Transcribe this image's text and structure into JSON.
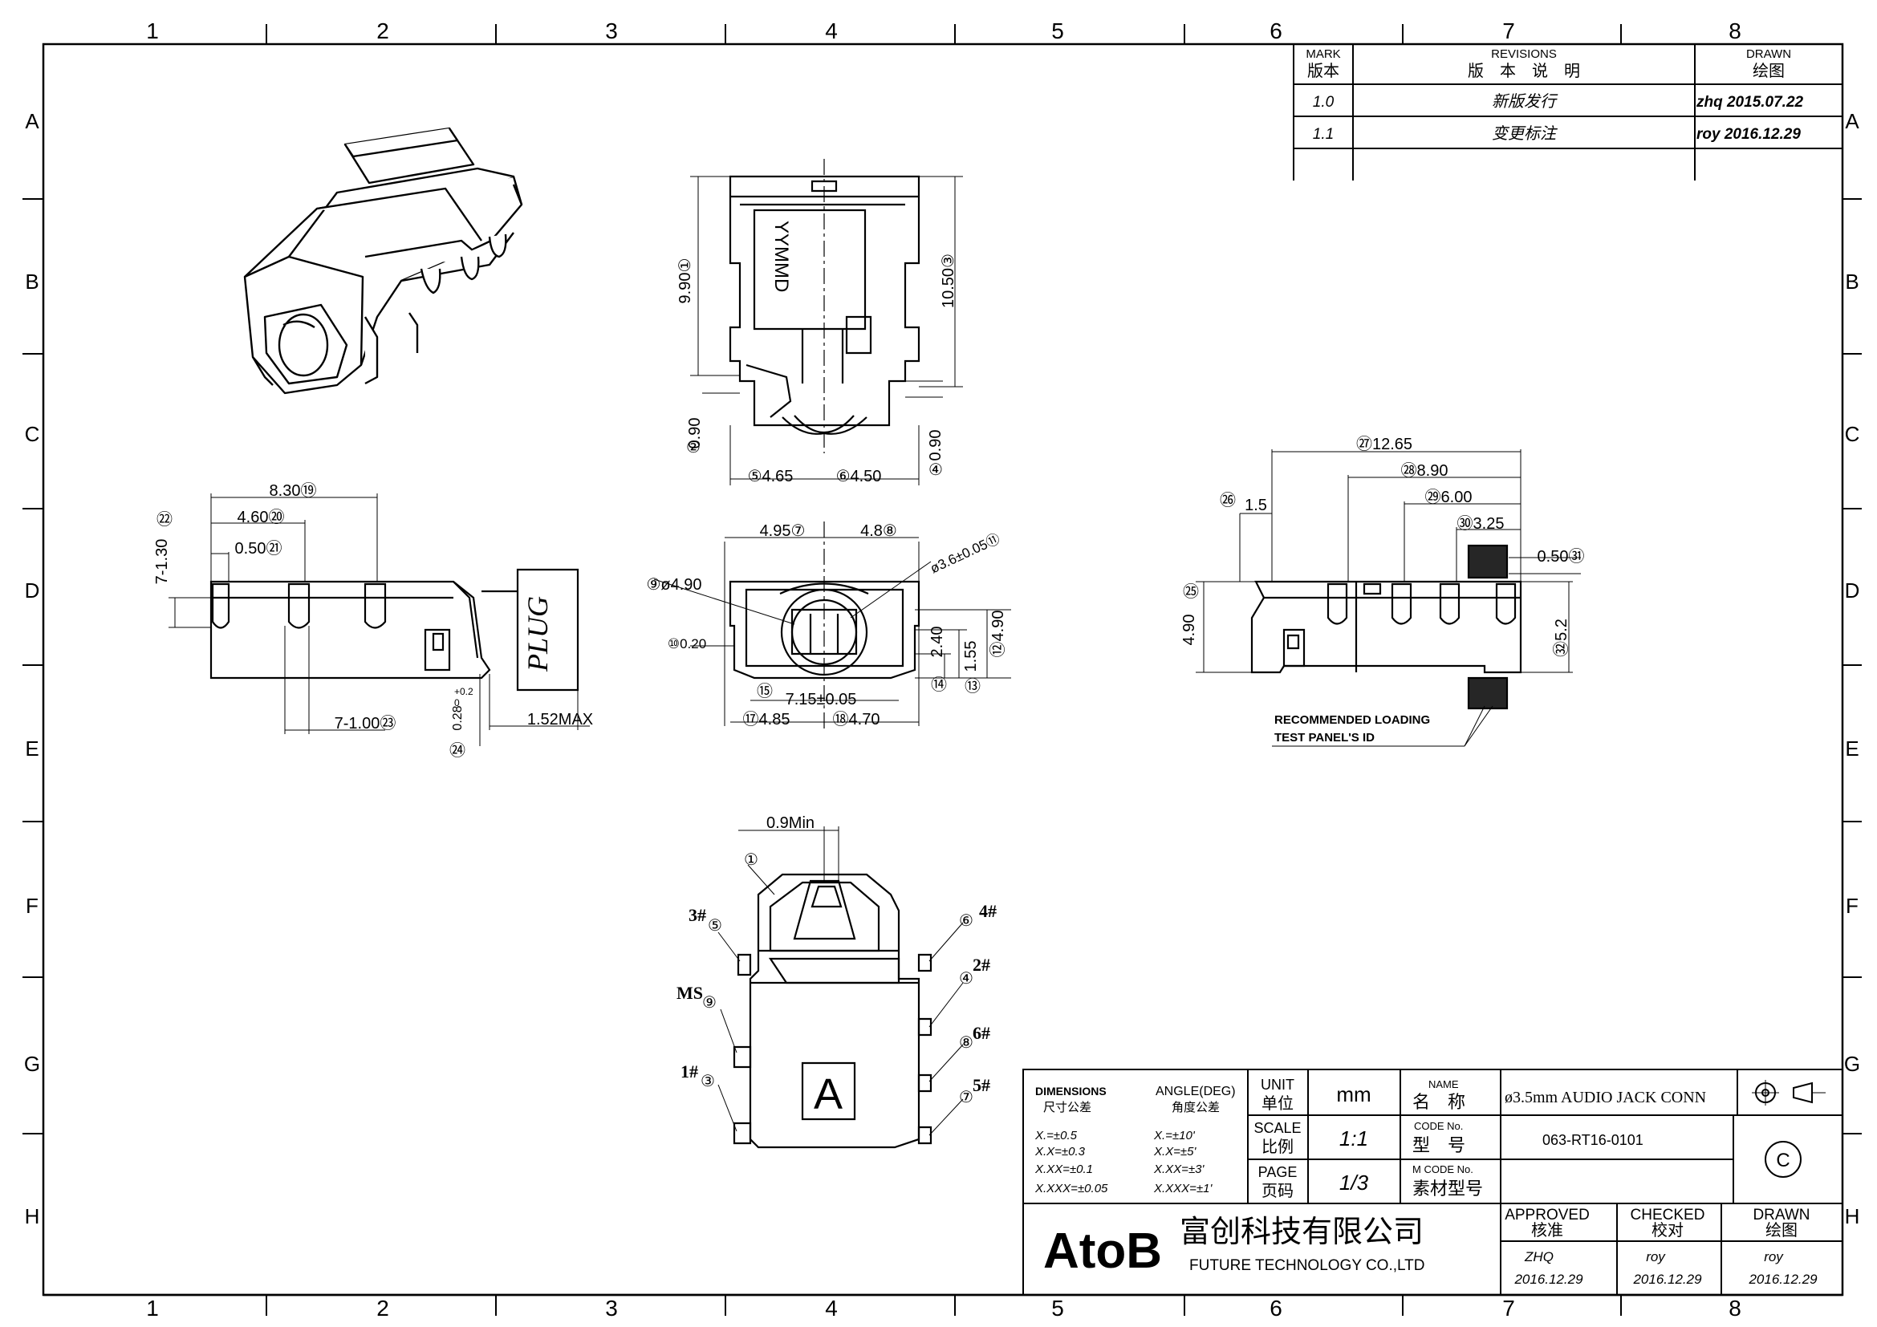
{
  "frame": {
    "cols": [
      "1",
      "2",
      "3",
      "4",
      "5",
      "6",
      "7",
      "8"
    ],
    "rows": [
      "A",
      "B",
      "C",
      "D",
      "E",
      "F",
      "G",
      "H"
    ]
  },
  "revisions": {
    "mark_en": "MARK",
    "mark_cn": "版本",
    "rev_en": "REVISIONS",
    "rev_cn": "版　本　说　明",
    "drawn_en": "DRAWN",
    "drawn_cn": "绘图",
    "rows": [
      {
        "mark": "1.0",
        "desc": "新版发行",
        "drawn": "zhq  2015.07.22"
      },
      {
        "mark": "1.1",
        "desc": "变更标注",
        "drawn": "roy  2016.12.29"
      }
    ]
  },
  "view_top": {
    "date_code": "YYMMD",
    "dims": [
      "9.90①",
      "10.50③",
      "0.90",
      "②",
      "0.90",
      "④",
      "⑤4.65",
      "⑥4.50"
    ]
  },
  "view_side": {
    "dims": [
      "8.30⑲",
      "4.60⑳",
      "0.50㉑",
      "㉒",
      "7-1.30",
      "7-1.00㉓",
      "0.28",
      "+0.2",
      "0",
      "㉔",
      "1.52MAX"
    ],
    "plug": "PLUG"
  },
  "view_front": {
    "dims": [
      "4.95⑦",
      "4.8⑧",
      "ø3.6±0.05⑪",
      "⑨ø4.90",
      "⑩0.20",
      "2.40",
      "1.55",
      "⑫4.90",
      "⑭",
      "⑬",
      "⑮",
      "7.15±0.05",
      "⑰4.85",
      "⑱4.70"
    ]
  },
  "view_section": {
    "dims": [
      "㉗12.65",
      "㉘8.90",
      "㉙6.00",
      "㉚3.25",
      "㉖",
      "1.5",
      "0.50㉛",
      "㉕",
      "4.90",
      "㉜5.2"
    ],
    "note_line1": "RECOMMENDED LOADING",
    "note_line2": "TEST PANEL'S ID"
  },
  "view_bottom": {
    "dims": [
      "0.9Min",
      "①"
    ],
    "pins": [
      "3#",
      "⑤",
      "MS",
      "⑨",
      "1#",
      "③",
      "4#",
      "⑥",
      "2#",
      "④",
      "6#",
      "⑧",
      "5#",
      "⑦"
    ],
    "letter": "A"
  },
  "title_block": {
    "dim_en": "DIMENSIONS",
    "dim_cn": "尺寸公差",
    "ang_en": "ANGLE(DEG)",
    "ang_cn": "角度公差",
    "tol_lin": [
      "X.=±0.5",
      "X.X=±0.3",
      "X.XX=±0.1",
      "X.XXX=±0.05"
    ],
    "tol_ang": [
      "X.=±10'",
      "X.X=±5'",
      "X.XX=±3'",
      "X.XXX=±1'"
    ],
    "unit_en": "UNIT",
    "unit_cn": "单位",
    "unit": "mm",
    "scale_en": "SCALE",
    "scale_cn": "比例",
    "scale": "1:1",
    "page_en": "PAGE",
    "page_cn": "页码",
    "page": "1/3",
    "name_en": "NAME",
    "name_cn": "名　称",
    "name": "ø3.5mm AUDIO JACK CONN",
    "code_en": "CODE  No.",
    "code_cn": "型　号",
    "code": "063-RT16-0101",
    "mcode_en": "M CODE  No.",
    "mcode_cn": "素材型号",
    "copyright": "C",
    "logo": "AtoB",
    "company_cn": "富创科技有限公司",
    "company_en": "FUTURE TECHNOLOGY CO.,LTD",
    "approved_en": "APPROVED",
    "approved_cn": "核准",
    "checked_en": "CHECKED",
    "checked_cn": "校对",
    "drawn_en": "DRAWN",
    "drawn_cn": "绘图",
    "approved_by": "ZHQ",
    "checked_by": "roy",
    "drawn_by": "roy",
    "approved_date": "2016.12.29",
    "checked_date": "2016.12.29",
    "drawn_date": "2016.12.29"
  }
}
